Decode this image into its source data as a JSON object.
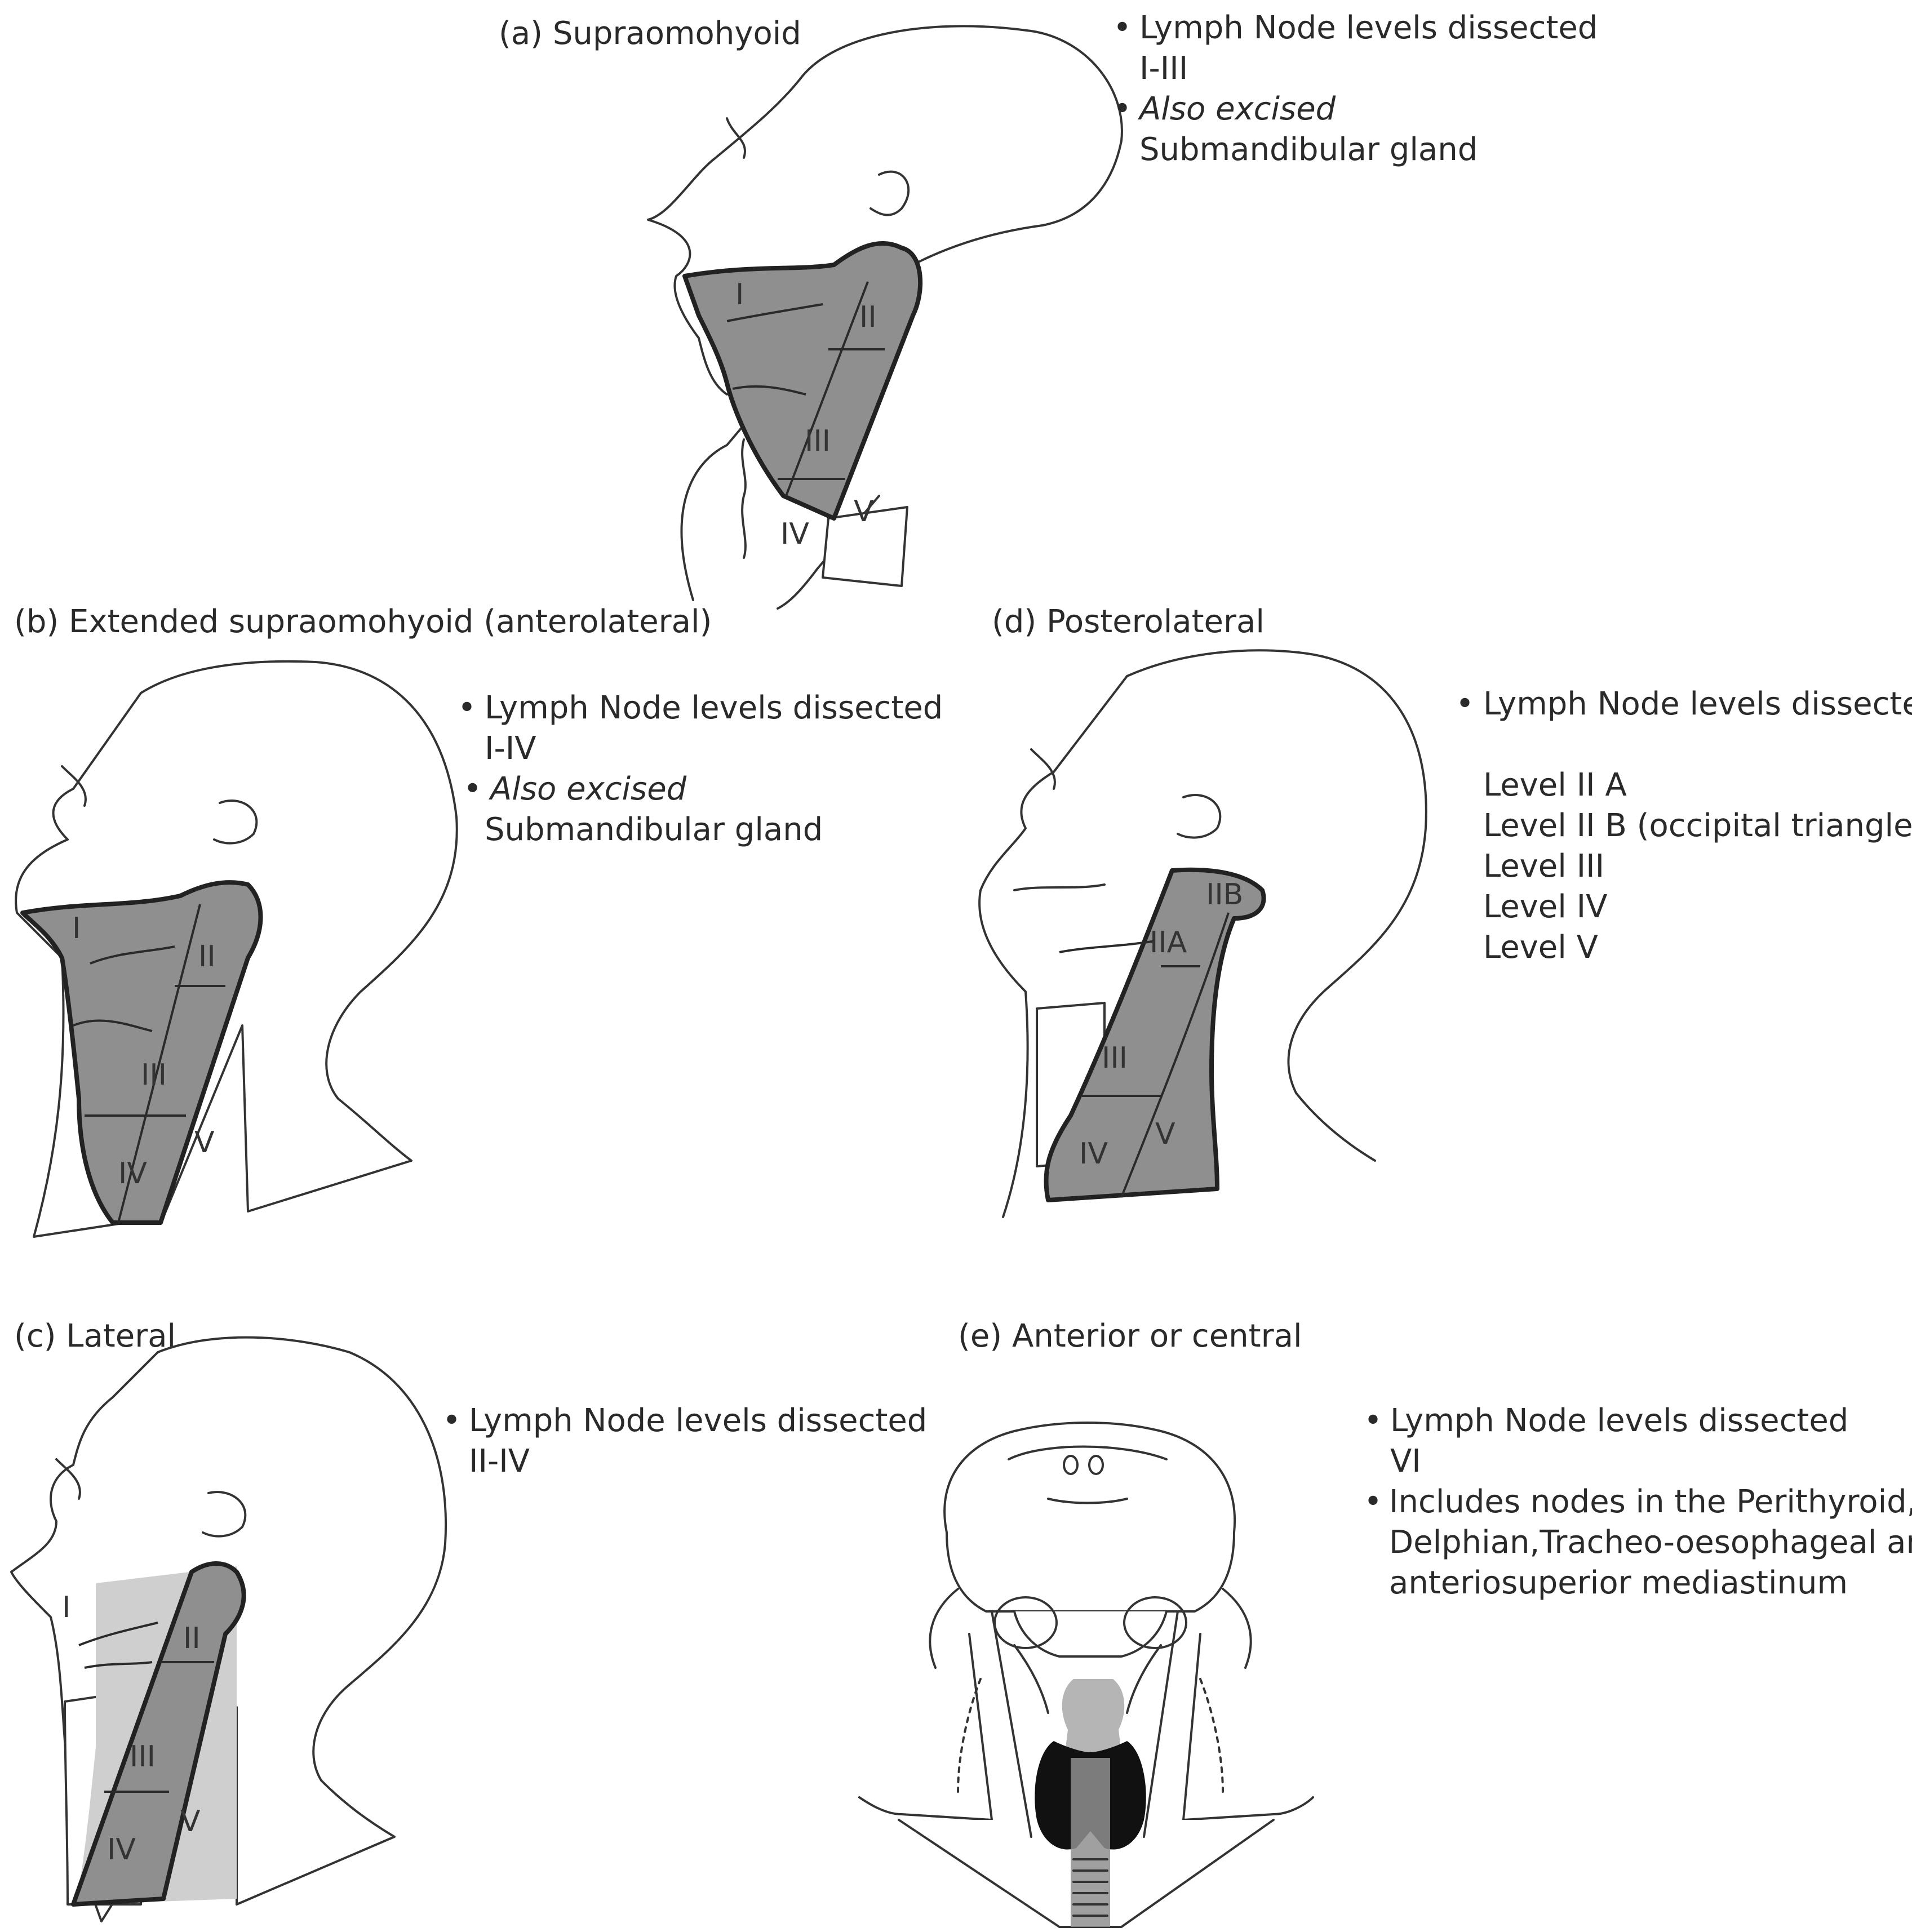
{
  "panels": {
    "a": {
      "title": "(a) Supraomohyoid",
      "bullets": [
        {
          "head": "Lymph Node levels dissected",
          "detail": "I-III"
        },
        {
          "head": "Also excised",
          "detail": "Submandibular gland"
        }
      ],
      "levels": [
        "I",
        "II",
        "III",
        "IV",
        "V"
      ]
    },
    "b": {
      "title": "(b) Extended supraomohyoid (anterolateral)",
      "bullets": [
        {
          "head": "Lymph Node levels dissected",
          "detail": "I-IV"
        },
        {
          "head": "Also excised",
          "detail": "Submandibular gland"
        }
      ],
      "levels": [
        "I",
        "II",
        "III",
        "IV",
        "V"
      ]
    },
    "c": {
      "title": "(c) Lateral",
      "bullets": [
        {
          "head": "Lymph Node levels dissected",
          "detail": "II-IV"
        }
      ],
      "levels": [
        "I",
        "II",
        "III",
        "IV",
        "V"
      ]
    },
    "d": {
      "title": "(d) Posterolateral",
      "bullets": [
        {
          "head": "Lymph Node levels dissected"
        }
      ],
      "list": [
        "Level II A",
        "Level II B (occipital triangle)",
        "Level III",
        "Level IV",
        "Level V"
      ],
      "levels": [
        "IIB",
        "IIA",
        "III",
        "IV",
        "V"
      ]
    },
    "e": {
      "title": "(e) Anterior or central",
      "bullets": [
        {
          "head": "Lymph Node levels dissected",
          "detail": "VI"
        },
        {
          "head": "Includes  nodes in the Perithyroid,",
          "detail": "Delphian,Tracheo-oesophageal and",
          "detail2": "anteriosuperior mediastinum"
        }
      ]
    }
  },
  "colors": {
    "dissected_region": "#8f8f8f",
    "outline": "#333333",
    "background": "#ffffff"
  }
}
